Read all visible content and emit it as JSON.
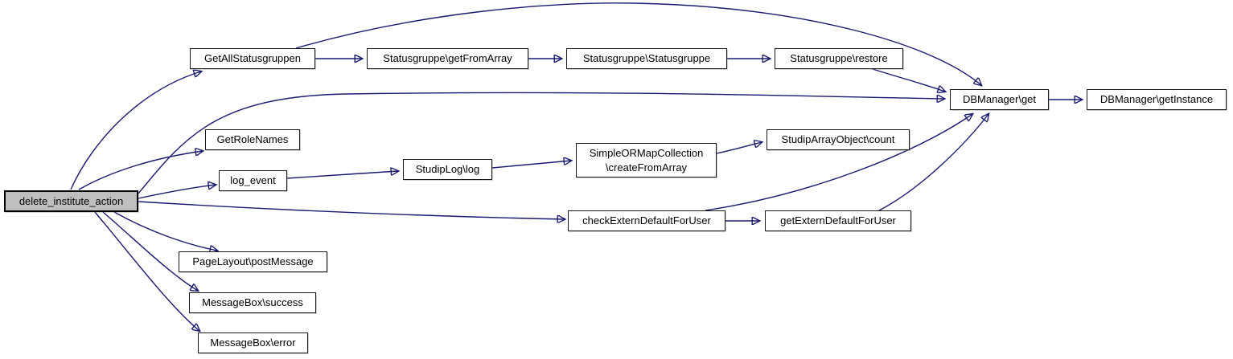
{
  "diagram": {
    "type": "call-graph",
    "colors": {
      "edge": "#191970",
      "node_fill": "#ffffff",
      "node_border": "#1a1a1a",
      "focus_node_fill": "#bfbfbf",
      "background": "#ffffff"
    },
    "nodes": {
      "main": {
        "label": "delete_institute_action",
        "focus": true
      },
      "get_all": {
        "label": "GetAllStatusgruppen"
      },
      "sg_get_from_array": {
        "label": "Statusgruppe\\getFromArray"
      },
      "sg_statusgruppe": {
        "label": "Statusgruppe\\Statusgruppe"
      },
      "sg_restore": {
        "label": "Statusgruppe\\restore"
      },
      "db_get": {
        "label": "DBManager\\get"
      },
      "db_get_instance": {
        "label": "DBManager\\getInstance"
      },
      "get_role_names": {
        "label": "GetRoleNames"
      },
      "log_event": {
        "label": "log_event"
      },
      "studip_log": {
        "label": "StudipLog\\log"
      },
      "simple_ormap": {
        "label": "SimpleORMapCollection\n\\createFromArray"
      },
      "studip_array_count": {
        "label": "StudipArrayObject\\count"
      },
      "check_extern": {
        "label": "checkExternDefaultForUser"
      },
      "get_extern": {
        "label": "getExternDefaultForUser"
      },
      "page_layout": {
        "label": "PageLayout\\postMessage"
      },
      "msg_success": {
        "label": "MessageBox\\success"
      },
      "msg_error": {
        "label": "MessageBox\\error"
      }
    },
    "edges": [
      {
        "from": "delete_institute_action",
        "to": "GetAllStatusgruppen"
      },
      {
        "from": "delete_institute_action",
        "to": "DBManager\\get"
      },
      {
        "from": "delete_institute_action",
        "to": "GetRoleNames"
      },
      {
        "from": "delete_institute_action",
        "to": "log_event"
      },
      {
        "from": "delete_institute_action",
        "to": "checkExternDefaultForUser"
      },
      {
        "from": "delete_institute_action",
        "to": "PageLayout\\postMessage"
      },
      {
        "from": "delete_institute_action",
        "to": "MessageBox\\success"
      },
      {
        "from": "delete_institute_action",
        "to": "MessageBox\\error"
      },
      {
        "from": "GetAllStatusgruppen",
        "to": "Statusgruppe\\getFromArray"
      },
      {
        "from": "GetAllStatusgruppen",
        "to": "DBManager\\get"
      },
      {
        "from": "Statusgruppe\\getFromArray",
        "to": "Statusgruppe\\Statusgruppe"
      },
      {
        "from": "Statusgruppe\\Statusgruppe",
        "to": "Statusgruppe\\restore"
      },
      {
        "from": "Statusgruppe\\restore",
        "to": "DBManager\\get"
      },
      {
        "from": "DBManager\\get",
        "to": "DBManager\\getInstance"
      },
      {
        "from": "log_event",
        "to": "StudipLog\\log"
      },
      {
        "from": "StudipLog\\log",
        "to": "SimpleORMapCollection\\createFromArray"
      },
      {
        "from": "SimpleORMapCollection\\createFromArray",
        "to": "StudipArrayObject\\count"
      },
      {
        "from": "checkExternDefaultForUser",
        "to": "getExternDefaultForUser"
      },
      {
        "from": "checkExternDefaultForUser",
        "to": "DBManager\\get"
      },
      {
        "from": "getExternDefaultForUser",
        "to": "DBManager\\get"
      }
    ]
  }
}
